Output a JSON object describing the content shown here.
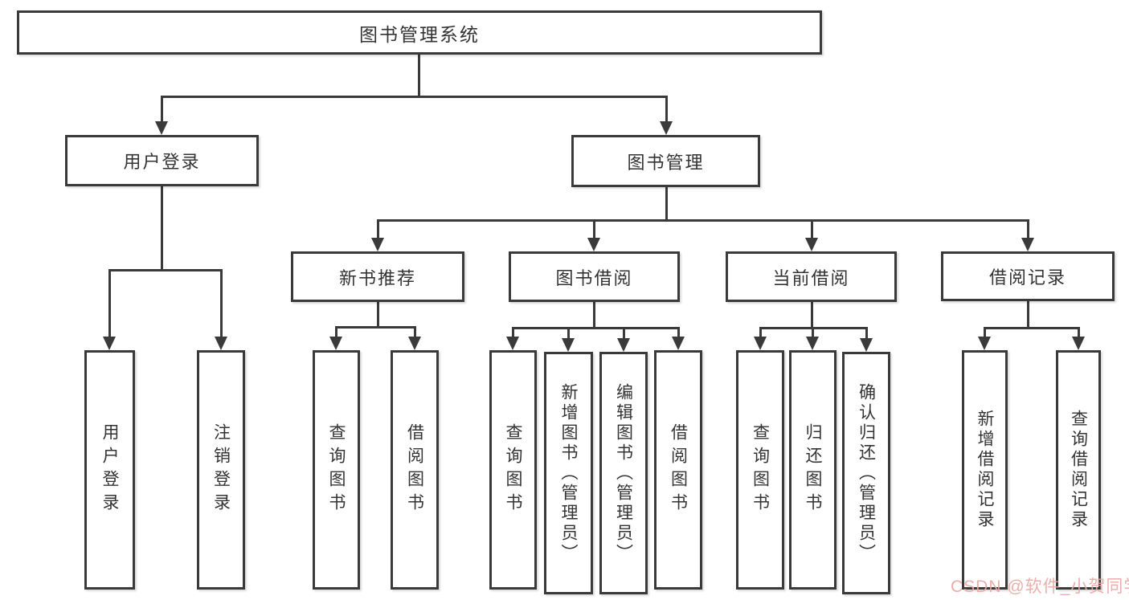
{
  "colors": {
    "line_color": "#3a3a3a",
    "text_color": "#333333",
    "background": "#ffffff",
    "watermark_color": "#e8a9a4"
  },
  "tree": {
    "root": {
      "label": "图书管理系统"
    },
    "level2": [
      {
        "label": "用户登录"
      },
      {
        "label": "图书管理"
      }
    ],
    "level3": [
      {
        "label": "新书推荐"
      },
      {
        "label": "图书借阅"
      },
      {
        "label": "当前借阅"
      },
      {
        "label": "借阅记录"
      }
    ],
    "leaves": {
      "user_login": [
        "用户登录",
        "注销登录"
      ],
      "new_book_recommend": [
        "查询图书",
        "借阅图书"
      ],
      "book_borrow": [
        "查询图书",
        "新增图书（管理员）",
        "编辑图书（管理员）",
        "借阅图书"
      ],
      "current_borrow": [
        "查询图书",
        "归还图书",
        "确认归还（管理员）"
      ],
      "borrow_records": [
        "新增借阅记录",
        "查询借阅记录"
      ]
    }
  },
  "watermark": {
    "text": "CSDN @软件_小贺同学"
  }
}
